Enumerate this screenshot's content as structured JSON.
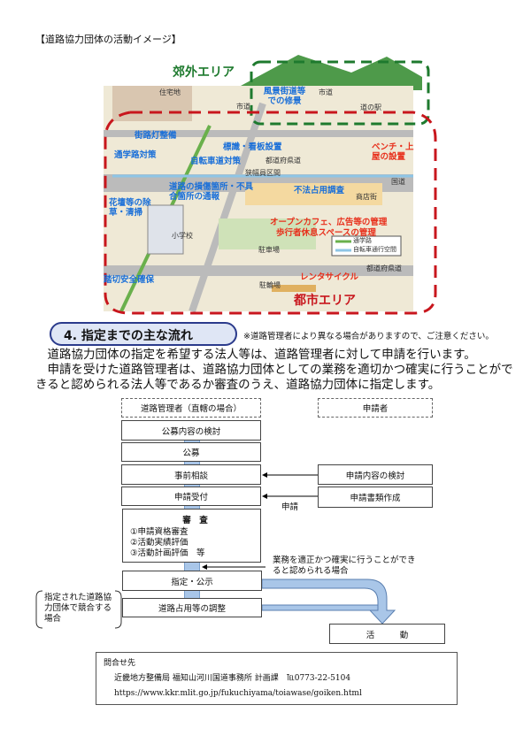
{
  "caption": "【道路協力団体の活動イメージ】",
  "map": {
    "area_suburb": "郊外エリア",
    "area_city": "都市エリア",
    "labels_blue": [
      "風景街道等での修景",
      "街路灯整備",
      "標識・看板設置",
      "通学路対策",
      "自転車道対策",
      "道路の損傷箇所・不具合箇所の通報",
      "不法占用調査",
      "花壇等の除草・清掃",
      "踏切安全確保"
    ],
    "labels_red": [
      "ベンチ・上屋の設置",
      "オープンカフェ、広告等の管理",
      "歩行者休息スペースの管理",
      "レンタサイクル"
    ],
    "labels_place": [
      "住宅地",
      "市道",
      "市道",
      "道の駅",
      "都道府県道",
      "狭幅員区間",
      "国道",
      "商店街",
      "小学校",
      "駐車場",
      "都道府県道",
      "駐輪場"
    ],
    "legend": [
      "通学路",
      "自転車通行空間"
    ],
    "colors": {
      "suburb": "#1e7a2e",
      "city": "#c8161d",
      "school_route": "#6ab04c",
      "bike_lane": "#8ec5e6"
    }
  },
  "section": {
    "title": "4. 指定までの主な流れ",
    "note": "※道路管理者により異なる場合がありますので、ご注意ください。"
  },
  "paragraph": [
    "道路協力団体の指定を希望する法人等は、道路管理者に対して申請を行います。",
    "申請を受けた道路管理者は、道路協力団体としての業務を適切かつ確実に行うことができると認められる法人等であるか審査のうえ、道路協力団体に指定します。"
  ],
  "flow": {
    "header_left": "道路管理者（直轄の場合）",
    "header_right": "申請者",
    "steps": [
      "公募内容の検討",
      "公募",
      "事前相談",
      "申請受付"
    ],
    "review_title": "審　査",
    "review_items": [
      "①申請資格審査",
      "②活動実績評価",
      "③活動計画評価　等"
    ],
    "designate": "指定・公示",
    "adjust": "道路占用等の調整",
    "applicant_steps": [
      "申請内容の検討",
      "申請書類作成"
    ],
    "apply_label": "申請",
    "condition": "業務を適正かつ確実に行うことができると認められる場合",
    "conflict": "指定された道路協力団体で競合する場合",
    "activity": "活　　　動"
  },
  "contact": {
    "title": "問合せ先",
    "office": "近畿地方整備局 福知山河川国道事務所 計画課　℡0773-22-5104",
    "url": "https://www.kkr.mlit.go.jp/fukuchiyama/toiawase/goiken.html"
  }
}
